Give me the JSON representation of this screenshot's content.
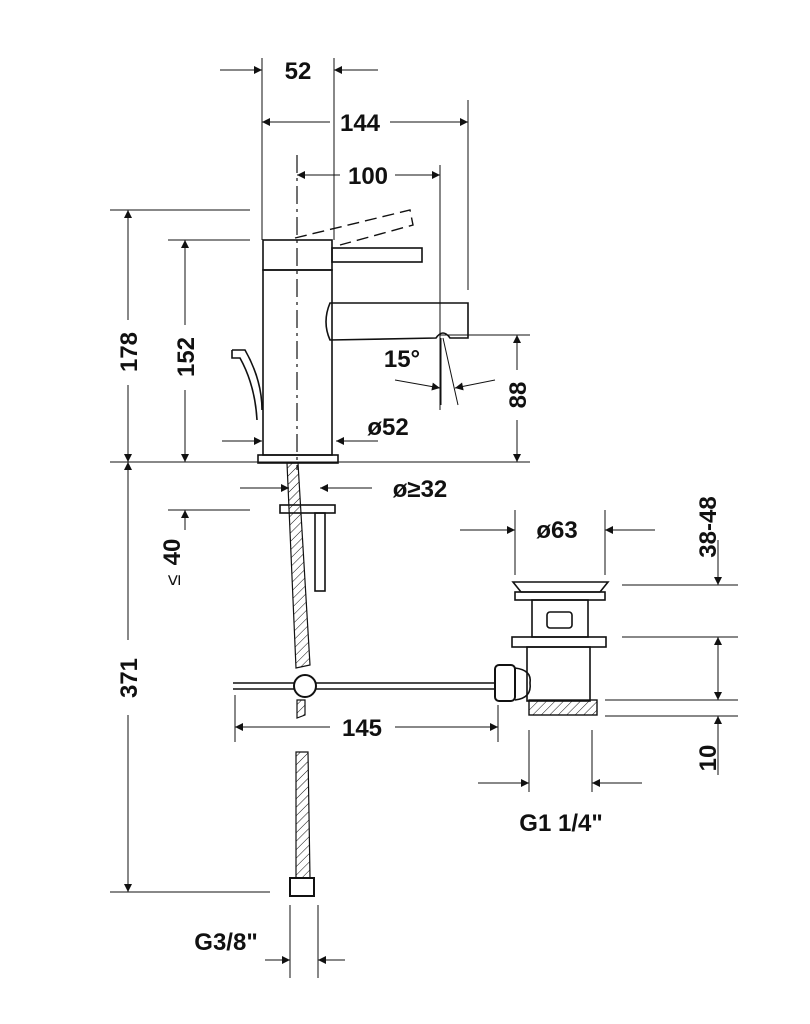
{
  "drawing": {
    "title": "Single lever basin mixer with pop-up waste – dimensional drawing",
    "units": "mm",
    "dimensions": {
      "lever_offset": "52",
      "overall_depth": "144",
      "spout_projection": "100",
      "total_height": "178",
      "lever_height": "152",
      "spout_angle": "15°",
      "spout_height": "88",
      "body_diameter": "ø52",
      "hole_diameter": "ø≥32",
      "max_deck_thickness": "40",
      "max_deck_symbol": "≤",
      "hose_length": "371",
      "rod_length": "145",
      "waste_diameter": "ø63",
      "waste_range": "38-48",
      "waste_thread_len": "10",
      "waste_thread": "G1 1/4\"",
      "hose_thread": "G3/8\""
    }
  }
}
